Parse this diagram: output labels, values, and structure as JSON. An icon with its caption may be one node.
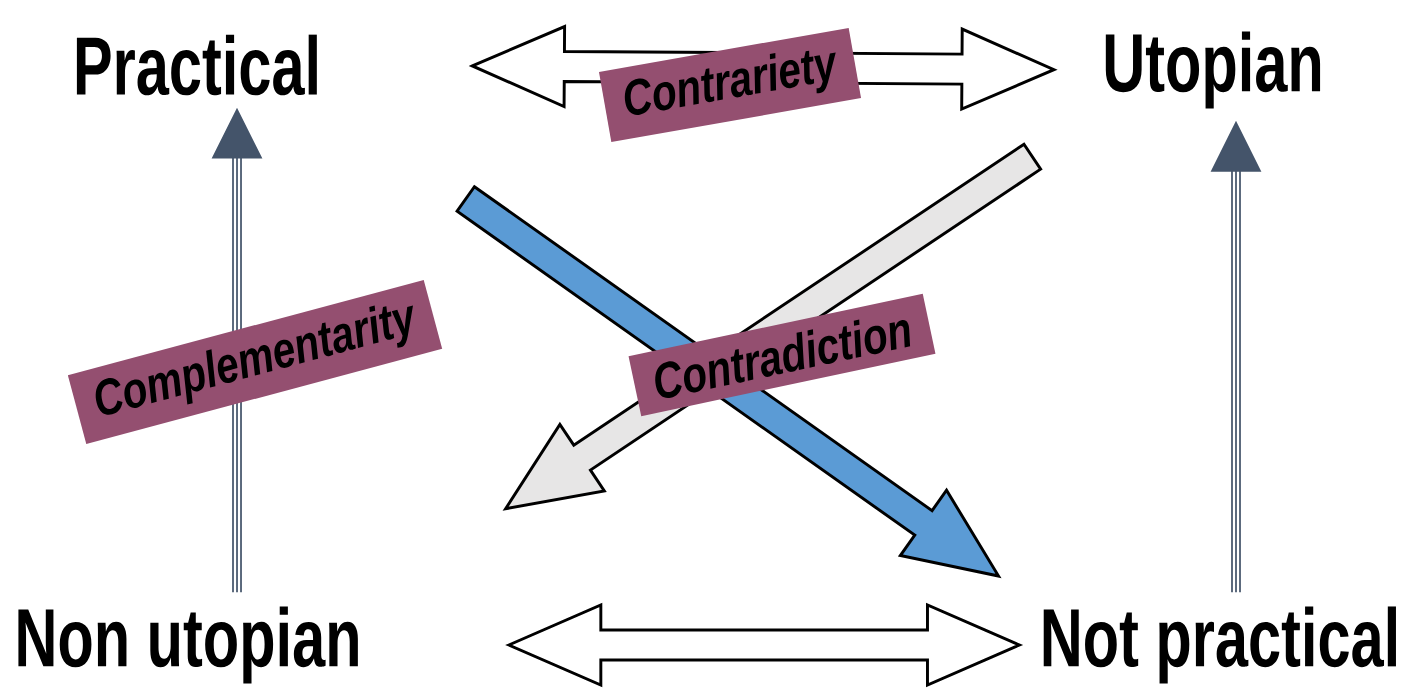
{
  "diagram": {
    "nodes": [
      {
        "text": [
          "Practical"
        ]
      },
      {
        "text": [
          "Utopian"
        ]
      },
      {
        "text": [
          "Non utopian"
        ]
      },
      {
        "text": [
          "Not practical"
        ]
      }
    ],
    "edges": [
      {
        "from": 0,
        "to": 1,
        "arrow": "both",
        "label": "Contrariety",
        "style": "thick"
      },
      {
        "from": 0,
        "to": 3,
        "arrow": "to",
        "label": "Contradiction",
        "style": "thick",
        "color": "#5b9bd5"
      },
      {
        "from": 1,
        "to": 2,
        "arrow": "to",
        "style": "thick",
        "color": "#e7e6e6"
      },
      {
        "from": 2,
        "to": 0,
        "arrow": "to",
        "label": "Complementarity",
        "color": "#44546a"
      },
      {
        "from": 3,
        "to": 1,
        "arrow": "to",
        "color": "#44546a"
      },
      {
        "from": 2,
        "to": 3,
        "arrow": "both",
        "style": "thick"
      }
    ]
  }
}
